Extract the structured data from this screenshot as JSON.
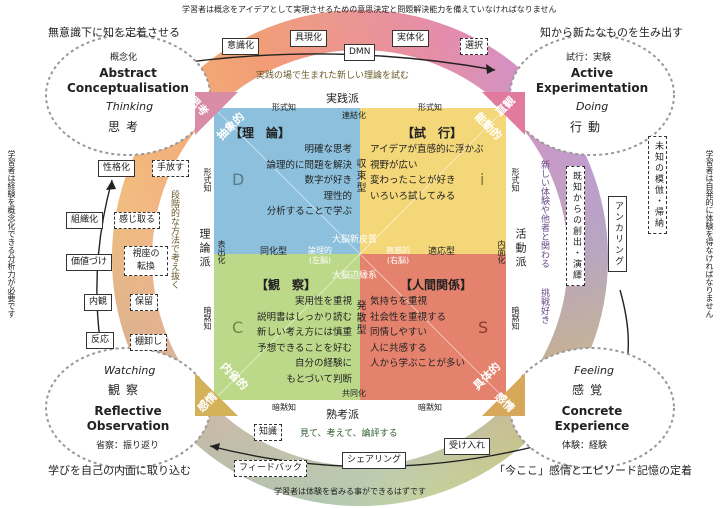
{
  "colors": {
    "blue": "#8cc0dc",
    "yellow": "#f4d779",
    "green": "#bcd989",
    "red": "#e4826e",
    "ring_orange": "#f2a15a",
    "ring_purple": "#b58ae0",
    "ring_blue": "#7da7ee",
    "ring_green": "#9edc72"
  },
  "top_caption": "学習者は概念をアイデアとして実現させるための意思決定と問題解決能力を備えていなければなりません",
  "bottom_caption": "学習者は体験を省みる事ができるはずです",
  "left_caption": "学習者は経験を概念化できる分析力が必要です",
  "right_caption": "学習者は自発的に体験を得なければなりません",
  "corners": {
    "tl": {
      "headline": "無意識下に知を定着させる",
      "sub": "概念化",
      "en1": "Abstract",
      "en2": "Conceptualisation",
      "en_it": "Thinking",
      "jp": "思考"
    },
    "tr": {
      "headline": "知から新たなものを生み出す",
      "sub": "試行：実験",
      "en1": "Active",
      "en2": "Experimentation",
      "en_it": "Doing",
      "jp": "行動"
    },
    "bl": {
      "headline": "学びを自己の内面に取り込む",
      "sub": "省察：振り返り",
      "en1": "Reflective",
      "en2": "Observation",
      "en_it": "Watching",
      "jp": "観察"
    },
    "br": {
      "headline": "「今ここ」感情とエピソード記憶の定着",
      "sub": "体験：経験",
      "en1": "Concrete",
      "en2": "Experience",
      "en_it": "Feeling",
      "jp": "感覚"
    }
  },
  "ring_labels": {
    "top": "実践の場で生まれた新しい理論を試む",
    "left": "段階的な方法で考え抜く",
    "right": "新しい体験や他者と関わる",
    "right2": "挑戦好き",
    "bottom": "見て、考えて、論評する",
    "tl": "思考",
    "tl2": "抽象的",
    "tr": "直観",
    "tr2": "能動的",
    "bl": "内省的",
    "bl2": "感情",
    "br": "具体的",
    "br2": "感情"
  },
  "boxes": {
    "top": [
      "意識化",
      "具現化",
      "DMN",
      "実体化",
      "選択"
    ],
    "left": [
      "性格化",
      "手放す",
      "組織化",
      "感じ取る",
      "価値づけ",
      "視座の転換",
      "内観",
      "保留",
      "反応",
      "棚卸し"
    ],
    "right": [
      "既知からの創出・演繹",
      "アンカリング",
      "未知の模倣・帰納"
    ],
    "bottom": [
      "知識",
      "受け入れ",
      "フィードバック",
      "シェアリング"
    ]
  },
  "axes": {
    "top": "実践派",
    "bottom": "熟考派",
    "left": "理論派",
    "right": "活動派",
    "top_small_l": "形式知",
    "top_small_r": "形式知",
    "top_mid": "連結化",
    "bottom_small_l": "暗黙知",
    "bottom_small_r": "暗黙知",
    "bottom_mid": "共同化",
    "left_small_t": "形式知",
    "left_small_b": "暗黙知",
    "left_mid": "表出化",
    "right_small_t": "形式知",
    "right_small_b": "暗黙知",
    "right_mid": "内面化"
  },
  "quadrants": {
    "tl": {
      "title": "【理　論】",
      "letter": "D",
      "lines": [
        "明確な思考",
        "論理的に問題を解決",
        "数字が好き",
        "理性的",
        "分析することで学ぶ"
      ]
    },
    "tr": {
      "title": "【試　行】",
      "letter": "i",
      "lines": [
        "アイデアが直感的に浮かぶ",
        "視野が広い",
        "変わったことが好き",
        "いろいろ試してみる"
      ]
    },
    "bl": {
      "title": "【観　察】",
      "letter": "C",
      "lines": [
        "実用性を重視",
        "説明書はしっかり読む",
        "新しい考え方には慎重",
        "予想できることを好む",
        "自分の経験に",
        "もとづいて判断"
      ]
    },
    "br": {
      "title": "【人間関係】",
      "letter": "S",
      "lines": [
        "気持ちを重視",
        "社会性を重視する",
        "同情しやすい",
        "人に共感する",
        "人から学ぶことが多い"
      ]
    }
  },
  "center": {
    "top": "大脳新皮質",
    "bottom": "大脳辺縁系",
    "left": "同化型",
    "right": "適応型",
    "logic": "論理的",
    "logic_sub": "(左脳)",
    "intuit": "直感的",
    "intuit_sub": "(右脳)",
    "vtop": "収束型",
    "vbottom": "発散型"
  }
}
